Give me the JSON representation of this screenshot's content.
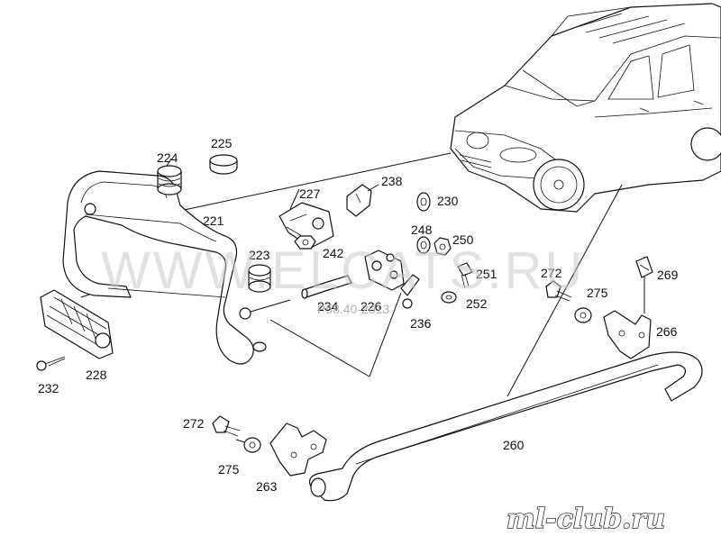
{
  "watermark": "WWW.ELCATS.RU",
  "drawing_code": "P58.40-2013",
  "logo": "ml-club.ru",
  "callouts": {
    "p221": "221",
    "p223": "223",
    "p224": "224",
    "p225": "225",
    "p226": "226",
    "p227": "227",
    "p228": "228",
    "p230": "230",
    "p232": "232",
    "p234": "234",
    "p236": "236",
    "p238": "238",
    "p242": "242",
    "p248": "248",
    "p250": "250",
    "p251": "251",
    "p252": "252",
    "p260": "260",
    "p263": "263",
    "p266": "266",
    "p269": "269",
    "p272a": "272",
    "p272b": "272",
    "p275a": "275",
    "p275b": "275"
  }
}
